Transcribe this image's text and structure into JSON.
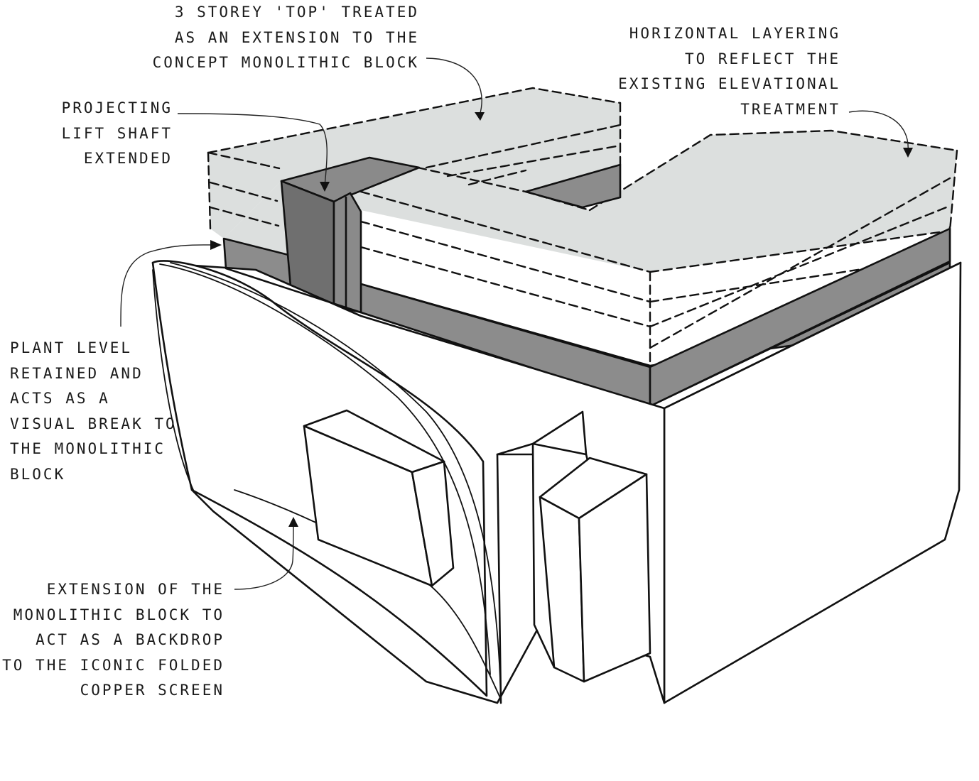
{
  "annotations": {
    "top_storey": {
      "lines": [
        "3 storey 'top' treated",
        "as an extension to the",
        "concept monolithic block"
      ]
    },
    "horizontal_layering": {
      "lines": [
        "horizontal layering",
        "to reflect the",
        "existing elevational",
        "treatment"
      ]
    },
    "lift_shaft": {
      "lines": [
        "projecting",
        "lift shaft",
        "extended"
      ]
    },
    "plant_level": {
      "lines": [
        "plant level",
        "retained and",
        "acts as a",
        "visual break to",
        "the monolithic",
        "block"
      ]
    },
    "block_extension": {
      "lines": [
        "extension of the",
        "monolithic block to",
        "act as a backdrop",
        "to the iconic folded",
        "copper screen"
      ]
    }
  },
  "colors": {
    "ink": "#111111",
    "top_extension_fill": "#dcdfde",
    "plant_band_fill": "#8c8c8c",
    "lift_shaft_fill": "#8a8a8a",
    "paper": "#ffffff"
  }
}
